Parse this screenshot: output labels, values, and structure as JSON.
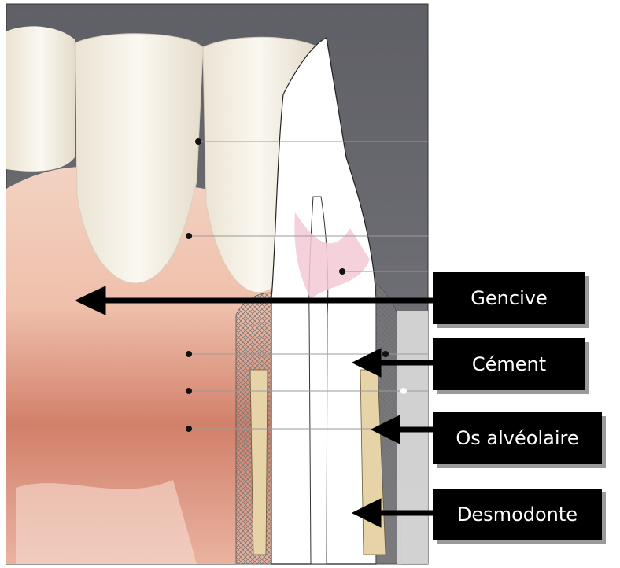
{
  "labels": {
    "gencive": "Gencive",
    "cement": "Cément",
    "os_alveolaire": "Os alvéolaire",
    "desmodonte": "Desmodonte"
  },
  "colors": {
    "background_top": "#6d6d72",
    "gum_light": "#f0c3b0",
    "gum_dark": "#b85a48",
    "enamel": "#f4efe4",
    "bone": "#e6d3a8",
    "arrow": "#000000",
    "label_bg": "#000000",
    "label_text": "#ffffff"
  }
}
